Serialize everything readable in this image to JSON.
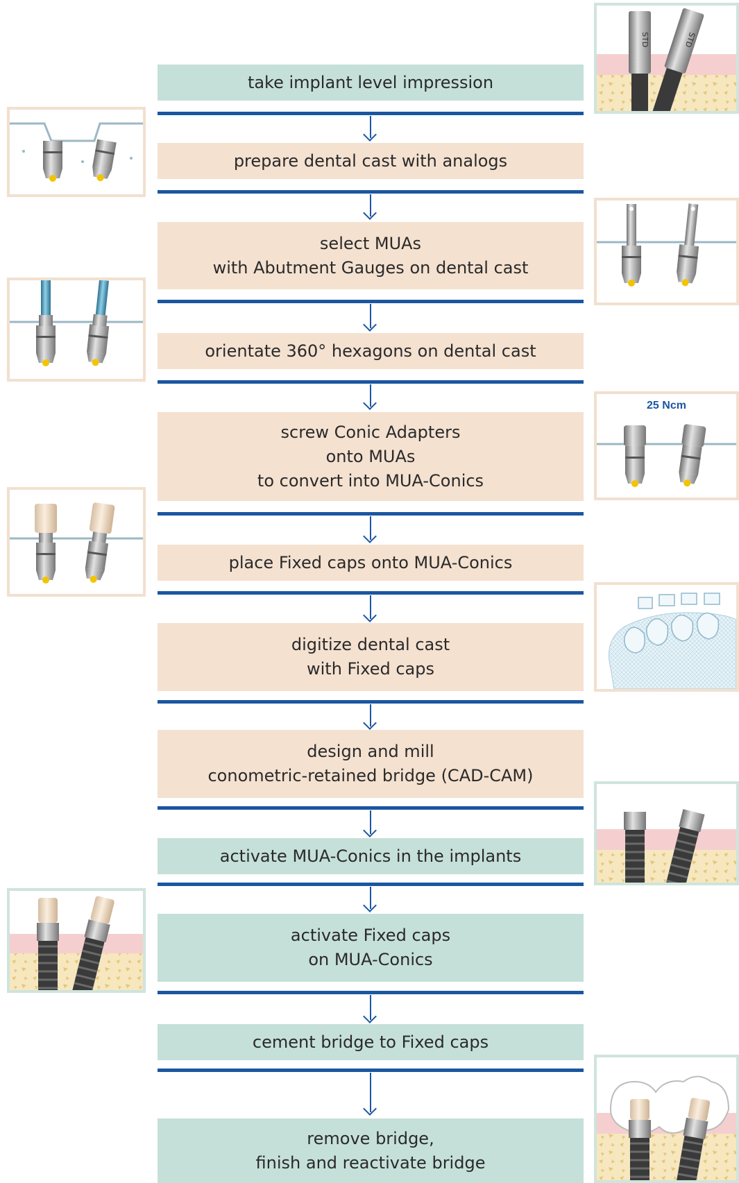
{
  "colors": {
    "line": "#1b56a1",
    "green_box": "#c5e0d8",
    "beige_box": "#f4e1d0",
    "frame_beige": "#f2e0cf",
    "frame_green": "#cfe4dc"
  },
  "steps": [
    {
      "lines": [
        "take implant level impression"
      ],
      "color": "green"
    },
    {
      "lines": [
        "prepare dental cast with analogs"
      ],
      "color": "beige"
    },
    {
      "lines": [
        "select MUAs",
        "with Abutment Gauges on dental cast"
      ],
      "color": "beige"
    },
    {
      "lines": [
        "orientate 360° hexagons on dental cast"
      ],
      "color": "beige"
    },
    {
      "lines": [
        "screw Conic Adapters",
        "onto MUAs",
        "to convert into MUA-Conics"
      ],
      "color": "beige"
    },
    {
      "lines": [
        "place Fixed caps onto MUA-Conics"
      ],
      "color": "beige"
    },
    {
      "lines": [
        "digitize dental cast",
        "with Fixed caps"
      ],
      "color": "beige"
    },
    {
      "lines": [
        "design and mill",
        "conometric-retained bridge (CAD-CAM)"
      ],
      "color": "beige"
    },
    {
      "lines": [
        "activate MUA-Conics in the implants"
      ],
      "color": "green"
    },
    {
      "lines": [
        "activate Fixed caps",
        "on MUA-Conics"
      ],
      "color": "green"
    },
    {
      "lines": [
        "cement bridge to Fixed caps"
      ],
      "color": "green"
    },
    {
      "lines": [
        "remove bridge,",
        "finish and reactivate bridge"
      ],
      "color": "green"
    }
  ],
  "images": {
    "impression": {
      "icon": "impression-coping-image",
      "label": "STD"
    },
    "torque": {
      "icon": "torque-image",
      "label": "25 Ncm"
    }
  }
}
